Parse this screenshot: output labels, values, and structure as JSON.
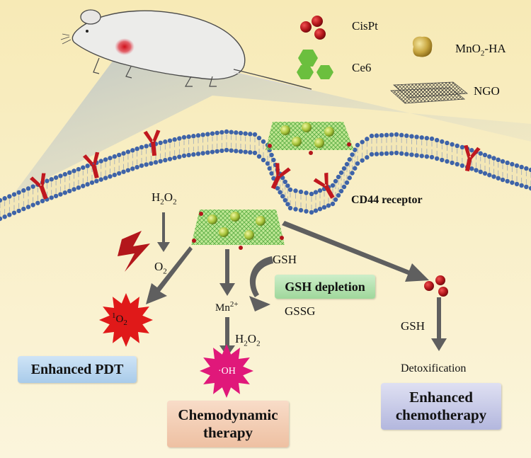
{
  "legend": {
    "cispt": "CisPt",
    "mno2_ha_prefix": "MnO",
    "mno2_ha_sub": "2",
    "mno2_ha_suffix": "-HA",
    "ce6": "Ce6",
    "ngo": "NGO"
  },
  "labels": {
    "cd44": "CD44 receptor",
    "h2o2_left": {
      "base": "H",
      "sub1": "2",
      "mid": "O",
      "sub2": "2"
    },
    "o2": {
      "base": "O",
      "sub": "2"
    },
    "singlet_o2": {
      "sup": "1",
      "base": "O",
      "sub": "2"
    },
    "mn2": {
      "base": "Mn",
      "sup": "2+"
    },
    "h2o2_center": {
      "base": "H",
      "sub1": "2",
      "mid": "O",
      "sub2": "2"
    },
    "oh": "·OH",
    "gsh_top": "GSH",
    "gssg": "GSSG",
    "gsh_right": "GSH",
    "detox": "Detoxification"
  },
  "boxes": {
    "pdt": "Enhanced PDT",
    "gsh_depletion": "GSH depletion",
    "cdt_line1": "Chemodynamic",
    "cdt_line2": "therapy",
    "chemo_line1": "Enhanced",
    "chemo_line2": "chemotherapy"
  },
  "colors": {
    "background": "#f8efc4",
    "membrane_head": "#3e63a8",
    "receptor": "#c0181f",
    "sheet_green": "#6ccf4a",
    "cispt_red": "#b3161b",
    "arrow_grey": "#5f5f5f",
    "burst_red": "#e01919",
    "burst_magenta": "#e0187a",
    "pdt_box": "#bcd8f0",
    "gsh_box": "#b6e3b4",
    "cdt_box": "#f4d0b8",
    "chemo_box": "#c9cde8"
  }
}
